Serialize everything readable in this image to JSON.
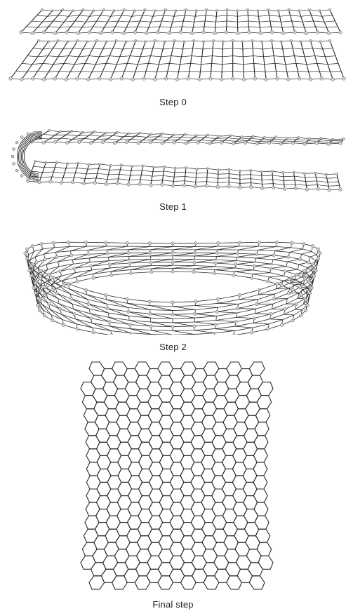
{
  "figure": {
    "steps": [
      {
        "caption": "Step 0"
      },
      {
        "caption": "Step 1"
      },
      {
        "caption": "Step 2"
      },
      {
        "caption": "Final step"
      }
    ],
    "colors": {
      "bond": "#2a2a2a",
      "atom_fill": "#cfcfcf",
      "atom_stroke": "#555555",
      "background": "#ffffff"
    },
    "structure": "graphene bilayer folding into a nanotube-like closed cage"
  }
}
